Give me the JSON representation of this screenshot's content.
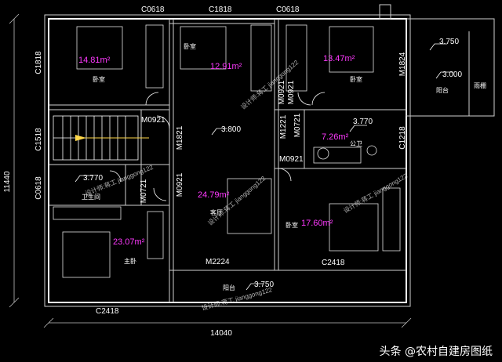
{
  "dimensions": {
    "overall_height": "11440",
    "overall_width": "14040"
  },
  "windows": {
    "top_left": "C0618",
    "top_center": "C1818",
    "top_right": "C0618",
    "left_upper": "C1818",
    "left_stair": "C1518",
    "left_lower": "C0618",
    "right_upper": "M1824",
    "right_lower": "C1218",
    "bottom_left": "C2418",
    "bottom_right": "C2418"
  },
  "doors": {
    "stair_door": "M0921",
    "corridor": "M1821",
    "bath_door": "M0721",
    "living_left": "M0921",
    "bed2_a": "M0921",
    "bed2_b": "M0921",
    "bed3_a": "M0721",
    "bed3_b": "M1221",
    "toilet_door": "M0921",
    "main_entry": "M2224"
  },
  "rooms": {
    "bedroom1": {
      "label": "卧室",
      "area": "14.81m²"
    },
    "bedroom2": {
      "label": "卧室",
      "area": "12.91m²"
    },
    "bedroom3": {
      "label": "卧室",
      "area": "13.47m²"
    },
    "bathroom": {
      "label": "卫生间",
      "elevation": "3.770"
    },
    "toilet": {
      "label": "公卫",
      "area": "7.26m²",
      "elevation": "3.770"
    },
    "living": {
      "label": "客厅",
      "area": "24.79m²",
      "elevation": "3.800"
    },
    "master": {
      "label": "主卧",
      "area": "23.07m²"
    },
    "bedroom4": {
      "label": "卧室",
      "area": "17.60m²"
    },
    "balcony_right": {
      "label": "阳台",
      "elevation": "3.750",
      "roof_elevation": "3.000",
      "canopy": "雨棚"
    },
    "balcony_bottom": {
      "label": "阳台",
      "elevation": "3.750"
    }
  },
  "watermark": "设计师:蒋工 jianggong122",
  "footer": "头条 @农村自建房图纸"
}
